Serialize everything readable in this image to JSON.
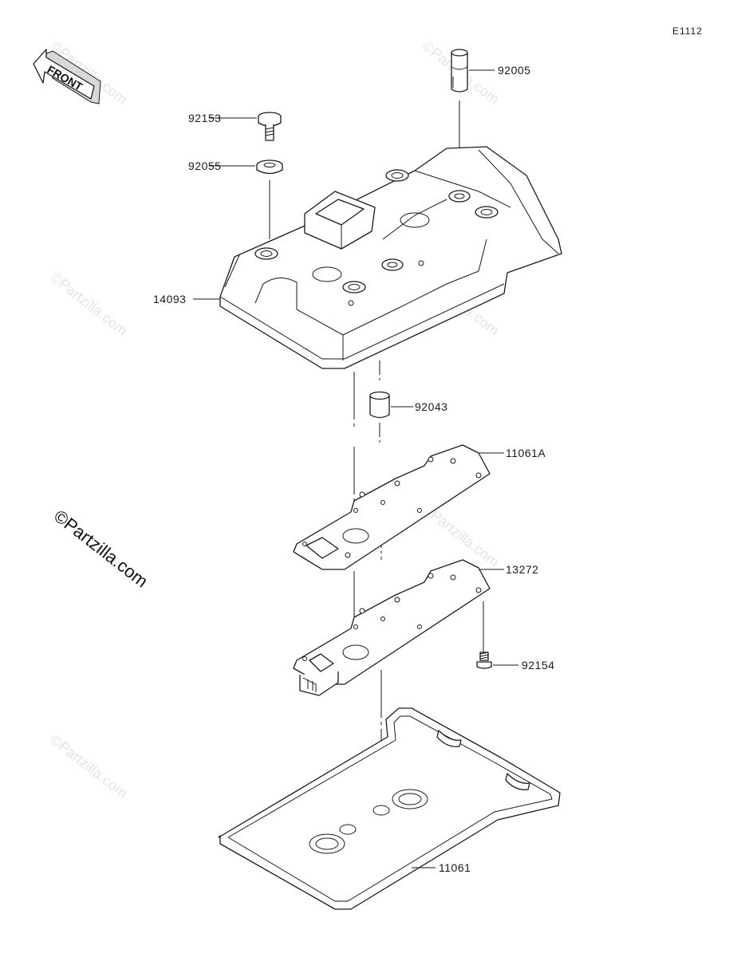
{
  "diagram": {
    "code": "E1112",
    "front_label": "FRONT",
    "watermark_text": "©Partzilla.com",
    "parts": [
      {
        "number": "92005"
      },
      {
        "number": "92153"
      },
      {
        "number": "92055"
      },
      {
        "number": "14093"
      },
      {
        "number": "92043"
      },
      {
        "number": "11061A"
      },
      {
        "number": "13272"
      },
      {
        "number": "92154"
      },
      {
        "number": "11061"
      }
    ]
  }
}
